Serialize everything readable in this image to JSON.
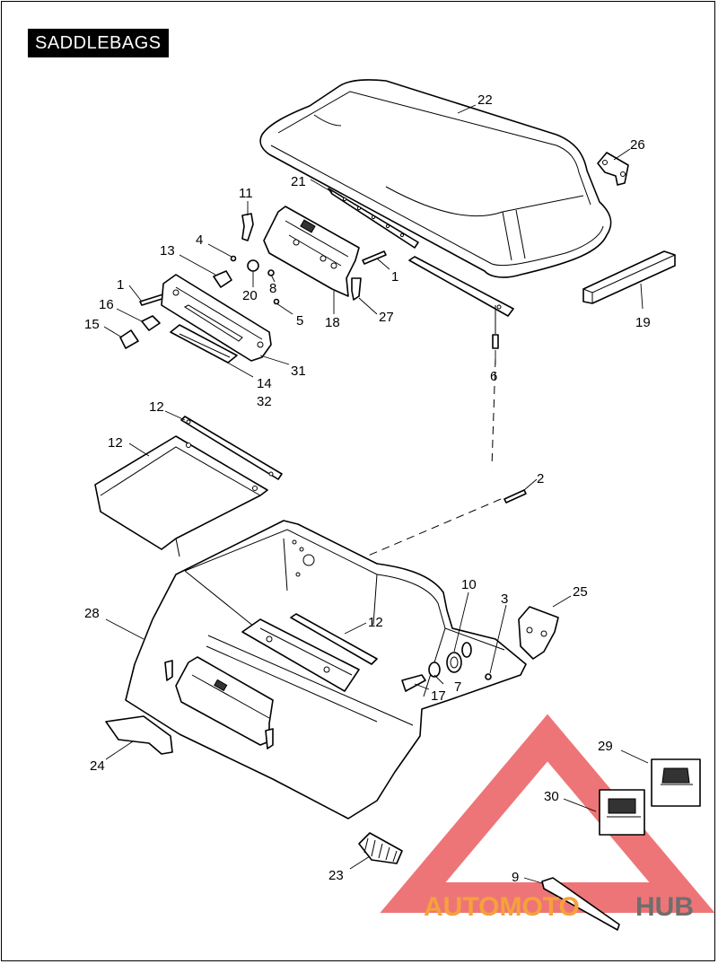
{
  "title": "SADDLEBAGS",
  "callouts": [
    {
      "num": "22"
    },
    {
      "num": "26"
    },
    {
      "num": "21"
    },
    {
      "num": "11"
    },
    {
      "num": "4"
    },
    {
      "num": "13"
    },
    {
      "num": "1"
    },
    {
      "num": "1"
    },
    {
      "num": "16"
    },
    {
      "num": "15"
    },
    {
      "num": "20"
    },
    {
      "num": "8"
    },
    {
      "num": "5"
    },
    {
      "num": "18"
    },
    {
      "num": "27"
    },
    {
      "num": "19"
    },
    {
      "num": "6"
    },
    {
      "num": "31"
    },
    {
      "num": "14"
    },
    {
      "num": "32"
    },
    {
      "num": "12"
    },
    {
      "num": "12"
    },
    {
      "num": "2"
    },
    {
      "num": "10"
    },
    {
      "num": "3"
    },
    {
      "num": "25"
    },
    {
      "num": "28"
    },
    {
      "num": "12"
    },
    {
      "num": "17"
    },
    {
      "num": "7"
    },
    {
      "num": "24"
    },
    {
      "num": "29"
    },
    {
      "num": "30"
    },
    {
      "num": "23"
    },
    {
      "num": "9"
    }
  ],
  "watermark": {
    "brand_part1": "AUTOMOTO",
    "brand_part2": "HUB",
    "color_main": "#f4a23c",
    "color_hub": "#6e6e6e",
    "triangle_color": "#e8474a"
  },
  "colors": {
    "ink": "#000000",
    "paper": "#ffffff"
  }
}
